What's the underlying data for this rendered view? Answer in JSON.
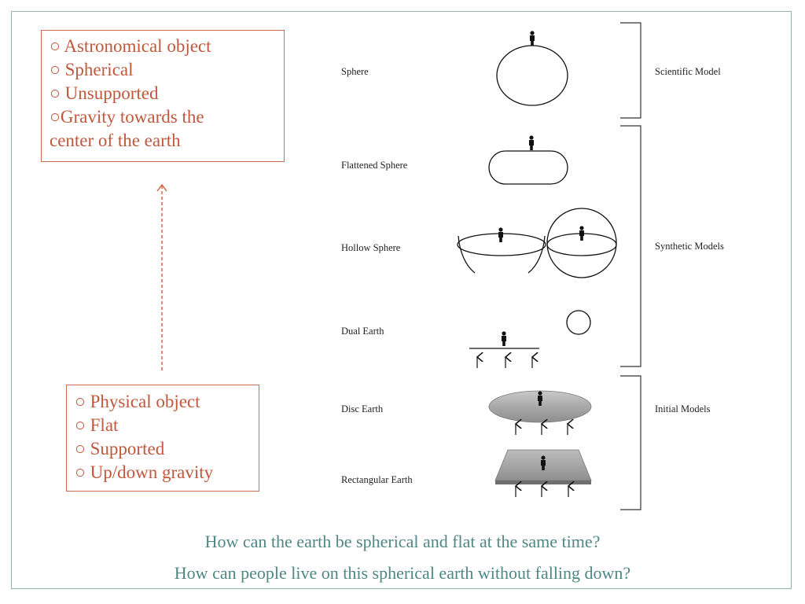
{
  "top_box": {
    "lines": [
      "○ Astronomical object",
      "○ Spherical",
      "○ Unsupported",
      "○Gravity towards the",
      "center of the earth"
    ]
  },
  "bottom_box": {
    "lines": [
      "○ Physical object",
      "○ Flat",
      "○ Supported",
      "○ Up/down gravity"
    ]
  },
  "models": {
    "sphere": "Sphere",
    "flattened_sphere": "Flattened Sphere",
    "hollow_sphere": "Hollow Sphere",
    "dual_earth": "Dual Earth",
    "disc_earth": "Disc Earth",
    "rectangular_earth": "Rectangular Earth"
  },
  "groups": {
    "scientific": "Scientific Model",
    "synthetic": "Synthetic Models",
    "initial": "Initial Models"
  },
  "questions": [
    "How can the earth be spherical and flat at the same time?",
    "How can people live on this spherical earth without falling down?"
  ],
  "colors": {
    "frame": "#93b1ad",
    "box_border": "#cf6d52",
    "box_text": "#c0583d",
    "question_text": "#4f8783"
  }
}
